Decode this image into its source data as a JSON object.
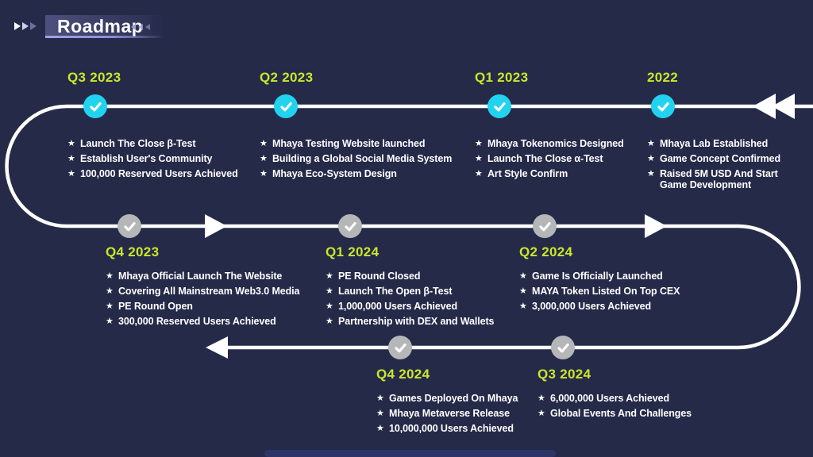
{
  "page": {
    "title": "Roadmap"
  },
  "colors": {
    "background": "#262a49",
    "label_yellow": "#c9e72b",
    "node_done_cyan": "#22d3f0",
    "node_upcoming_gray": "#b5b6b8",
    "line_white": "#ffffff"
  },
  "icons": {
    "star": "★",
    "check": "✓"
  },
  "milestones": [
    {
      "label": "Q3 2023",
      "status": "completed",
      "items": [
        "Launch The Close β-Test",
        "Establish User's Community",
        "100,000 Reserved Users Achieved"
      ]
    },
    {
      "label": "Q2 2023",
      "status": "completed",
      "items": [
        "Mhaya Testing Website launched",
        "Building a Global Social Media System",
        "Mhaya Eco-System Design"
      ]
    },
    {
      "label": "Q1 2023",
      "status": "completed",
      "items": [
        "Mhaya Tokenomics Designed",
        "Launch The Close α-Test",
        "Art Style Confirm"
      ]
    },
    {
      "label": "2022",
      "status": "completed",
      "items": [
        "Mhaya Lab Established",
        "Game Concept Confirmed",
        "Raised 5M USD And Start Game Development"
      ]
    },
    {
      "label": "Q4 2023",
      "status": "upcoming",
      "items": [
        "Mhaya Official Launch The Website",
        "Covering All Mainstream Web3.0 Media",
        "PE Round Open",
        "300,000 Reserved Users Achieved"
      ]
    },
    {
      "label": "Q1 2024",
      "status": "upcoming",
      "items": [
        "PE Round  Closed",
        "Launch The Open β-Test",
        "1,000,000  Users Achieved",
        "Partnership with DEX and Wallets"
      ]
    },
    {
      "label": "Q2 2024",
      "status": "upcoming",
      "items": [
        "Game Is Officially Launched",
        "MAYA Token Listed On Top CEX",
        "3,000,000  Users Achieved"
      ]
    },
    {
      "label": "Q4 2024",
      "status": "upcoming",
      "items": [
        "Games Deployed On Mhaya",
        "Mhaya Metaverse Release",
        "10,000,000  Users Achieved"
      ]
    },
    {
      "label": "Q3 2024",
      "status": "upcoming",
      "items": [
        "6,000,000  Users Achieved",
        "Global Events And Challenges"
      ]
    }
  ]
}
